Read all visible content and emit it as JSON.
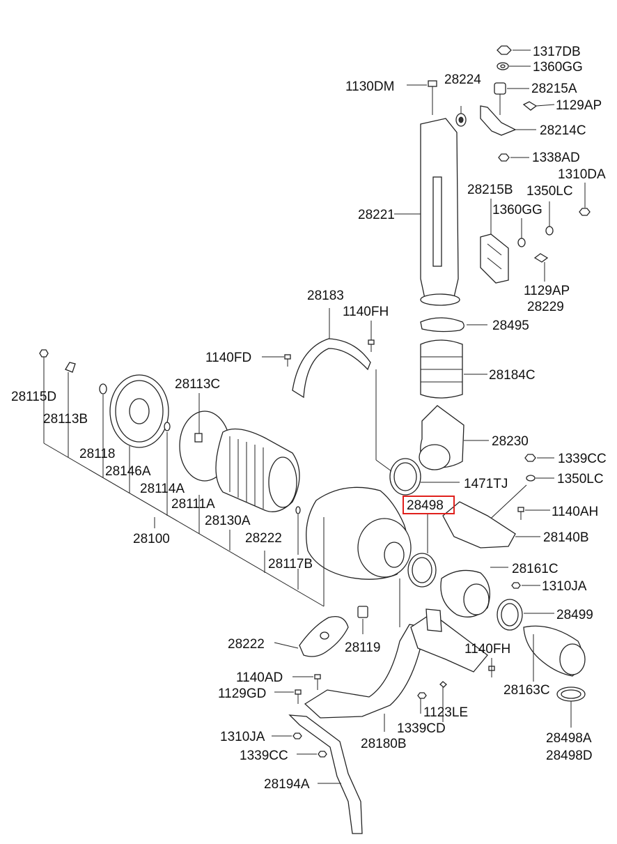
{
  "diagram": {
    "highlight_color": "#e0201c",
    "labels": {
      "p1317DB": "1317DB",
      "p1360GG_top": "1360GG",
      "p1130DM": "1130DM",
      "p28224": "28224",
      "p28215A": "28215A",
      "p1129AP_top": "1129AP",
      "p28214C": "28214C",
      "p1338AD": "1338AD",
      "p1310DA": "1310DA",
      "p28215B": "28215B",
      "p1350LC_top": "1350LC",
      "p28221": "28221",
      "p1360GG_mid": "1360GG",
      "p1129AP_mid": "1129AP",
      "p28229": "28229",
      "p28183": "28183",
      "p1140FH_top": "1140FH",
      "p28495": "28495",
      "p1140FD": "1140FD",
      "p28184C": "28184C",
      "p28113C": "28113C",
      "p28115D": "28115D",
      "p28113B": "28113B",
      "p28230": "28230",
      "p1339CC_right": "1339CC",
      "p28118": "28118",
      "p28146A": "28146A",
      "p1471TJ": "1471TJ",
      "p1350LC_right": "1350LC",
      "p28114A": "28114A",
      "p28111A": "28111A",
      "p28498": "28498",
      "p1140AH": "1140AH",
      "p28130A": "28130A",
      "p28100": "28100",
      "p28222_mid": "28222",
      "p28140B": "28140B",
      "p28117B": "28117B",
      "p28161C": "28161C",
      "p1310JA_right": "1310JA",
      "p28499": "28499",
      "p28222_low": "28222",
      "p28119": "28119",
      "p1140FH_low": "1140FH",
      "p1140AD": "1140AD",
      "p28163C": "28163C",
      "p1129GD": "1129GD",
      "p1123LE": "1123LE",
      "p1339CD": "1339CD",
      "p1310JA_low": "1310JA",
      "p28180B": "28180B",
      "p28498A": "28498A",
      "p1339CC_low": "1339CC",
      "p28498D": "28498D",
      "p28194A": "28194A"
    }
  }
}
